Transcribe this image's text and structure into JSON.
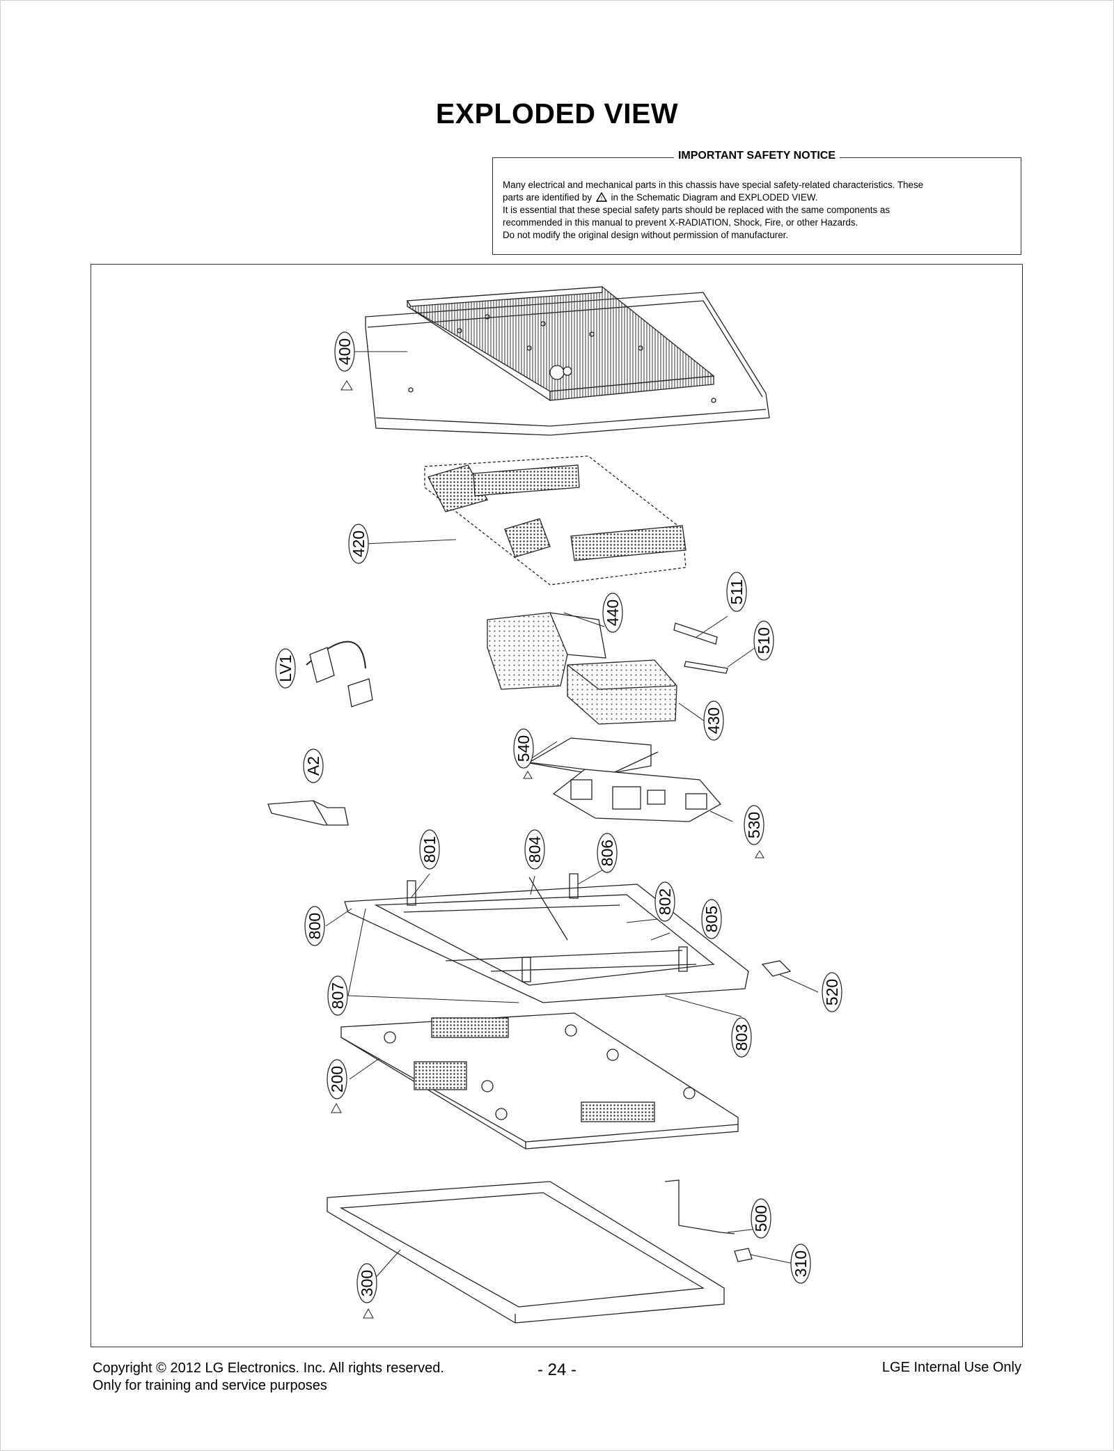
{
  "page": {
    "title": "EXPLODED VIEW"
  },
  "safety_notice": {
    "heading": "IMPORTANT SAFETY NOTICE",
    "line1": "Many electrical and mechanical parts in this chassis have special safety-related characteristics. These",
    "line2a": "parts are identified by",
    "line2b": "in the Schematic Diagram and EXPLODED VIEW.",
    "line3": "It is essential that these special safety parts should be replaced with the same components as",
    "line4": "recommended in this manual to prevent X-RADIATION, Shock, Fire, or other Hazards.",
    "line5": "Do not modify the original design without permission of manufacturer."
  },
  "parts": {
    "p400": "400",
    "p420": "420",
    "p440": "440",
    "p511": "511",
    "p510": "510",
    "pLV1": "LV1",
    "p430": "430",
    "p540": "540",
    "pA2": "A2",
    "p530": "530",
    "p801": "801",
    "p804": "804",
    "p806": "806",
    "p800": "800",
    "p802": "802",
    "p805": "805",
    "p520": "520",
    "p807": "807",
    "p803": "803",
    "p200": "200",
    "p500": "500",
    "p310": "310",
    "p300": "300"
  },
  "footer": {
    "copyright": "Copyright  © 2012  LG Electronics. Inc. All rights reserved.",
    "purpose": "Only for training and service purposes",
    "page_number": "- 24 -",
    "internal": "LGE Internal Use Only"
  },
  "icons": {
    "safety_symbol": "warning-triangle-icon"
  }
}
